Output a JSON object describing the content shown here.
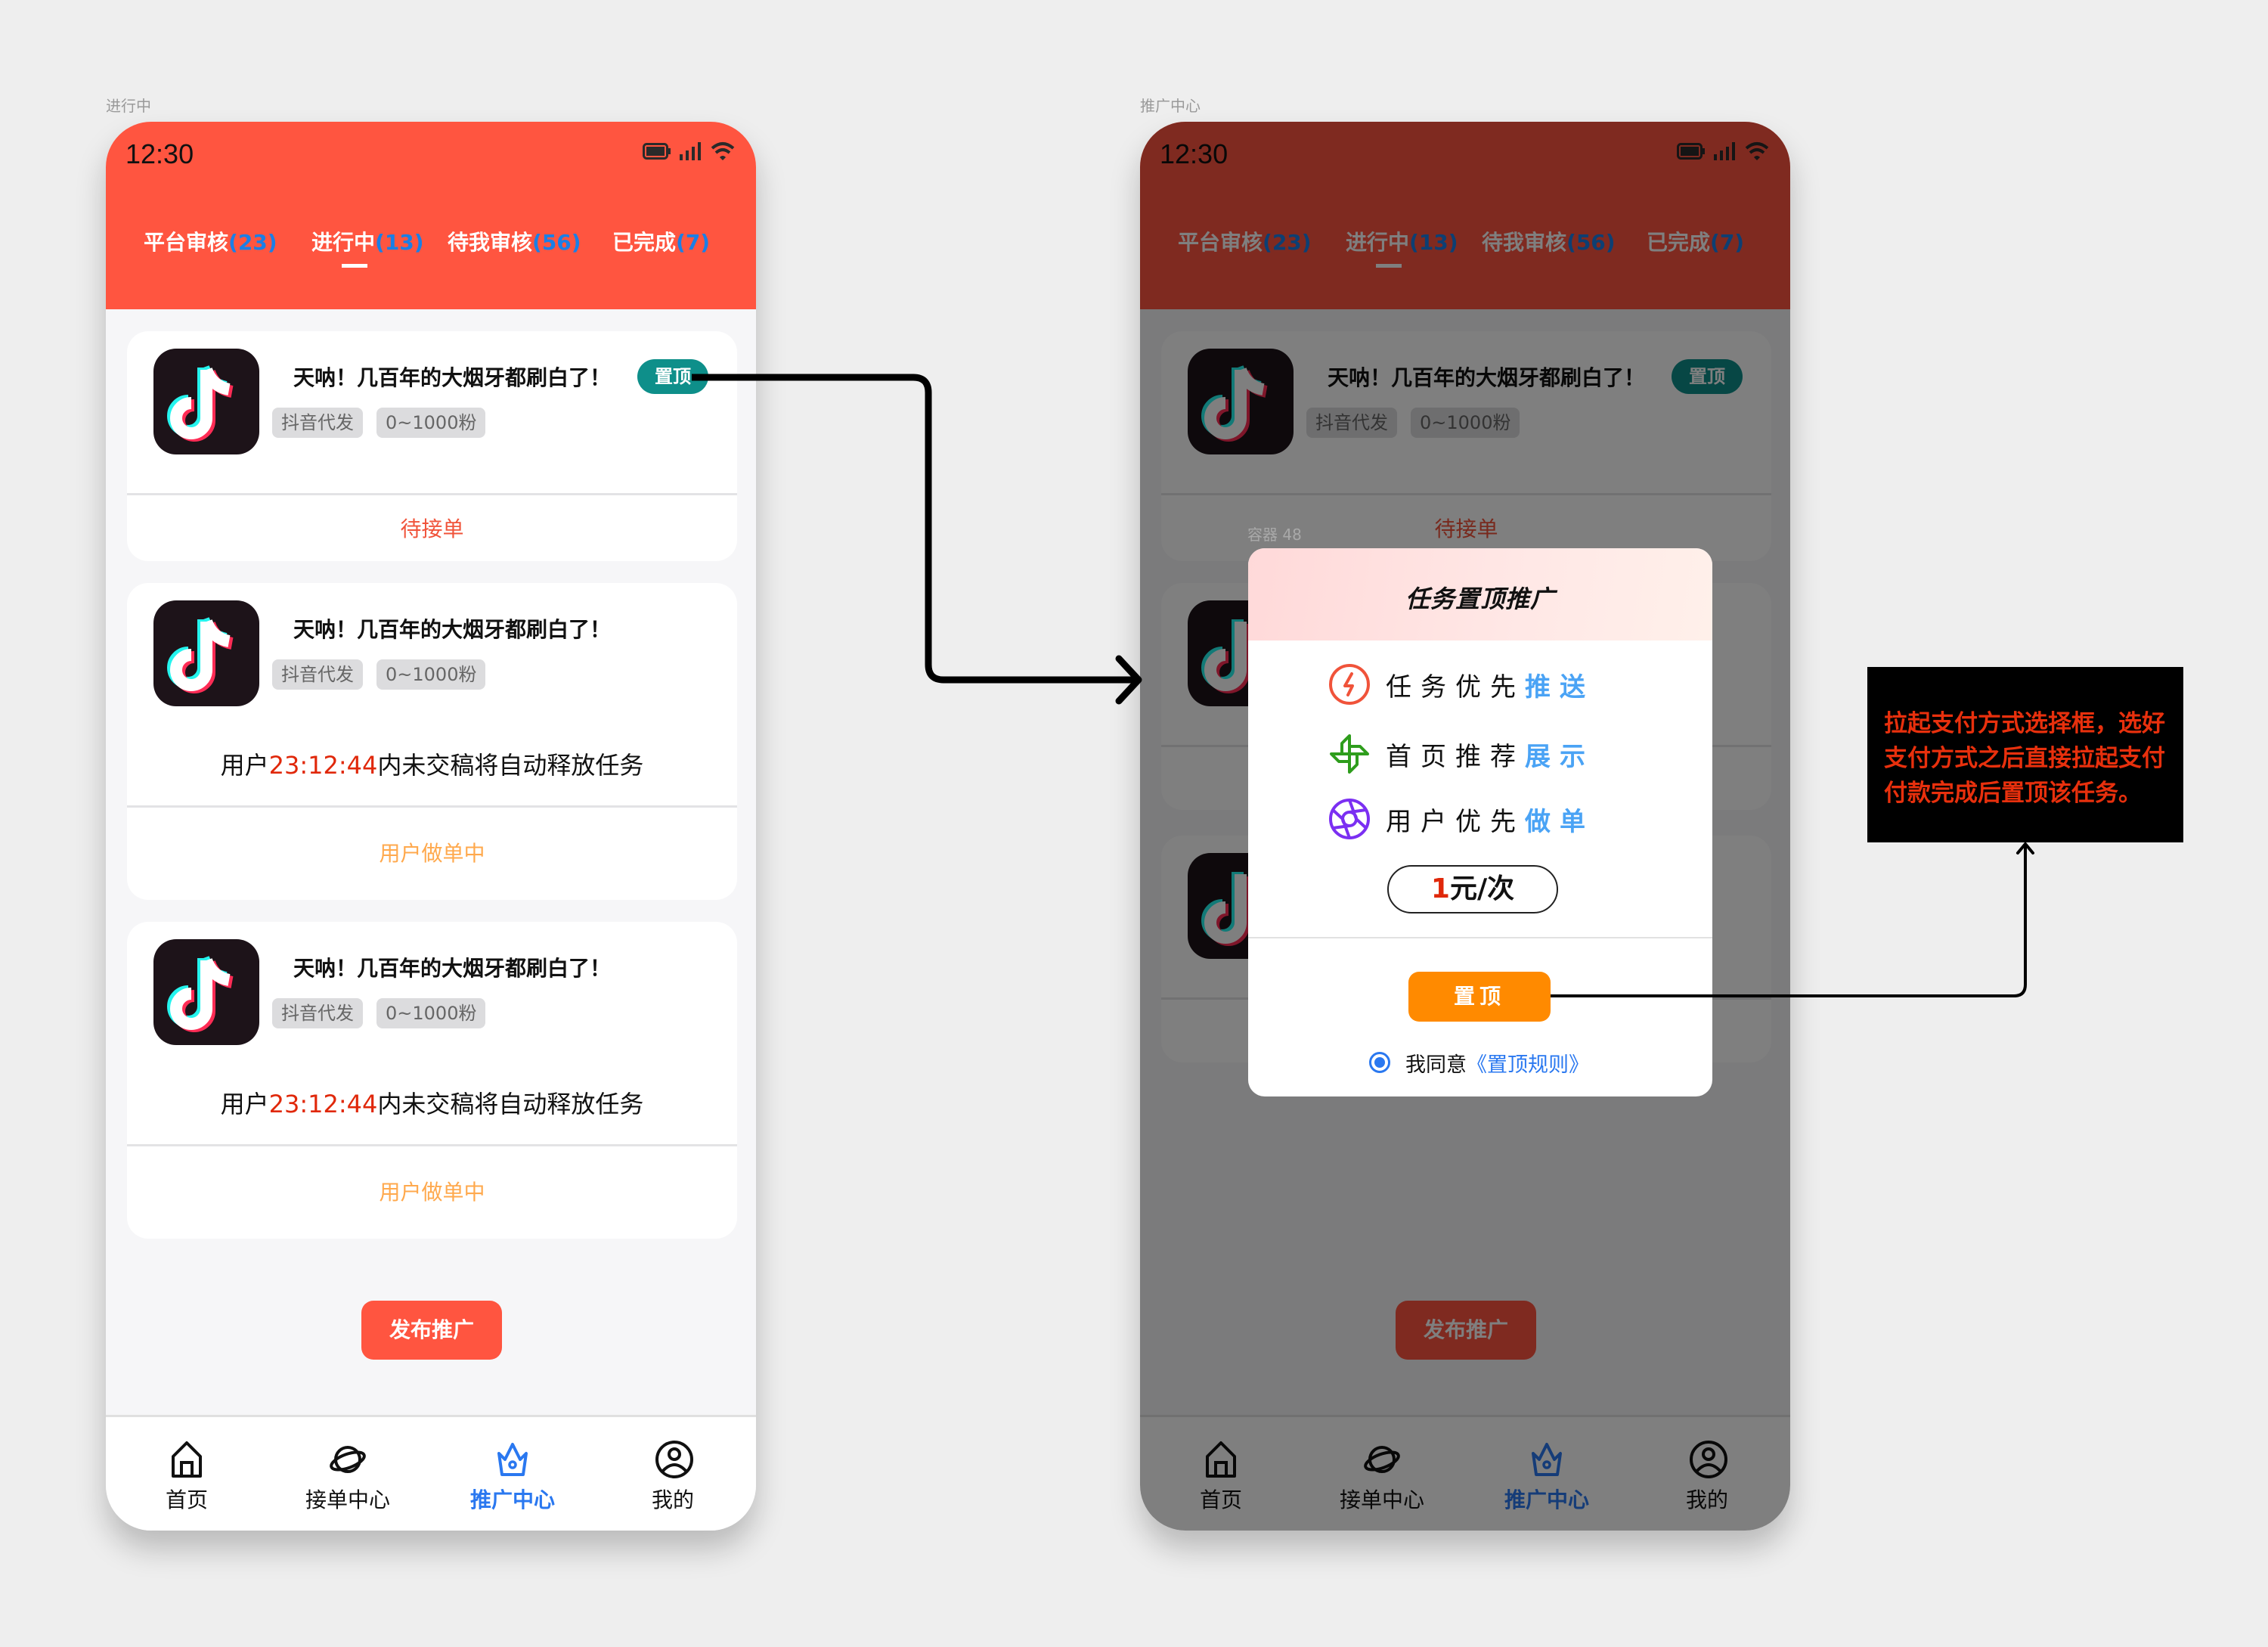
{
  "frames": {
    "left_label": "进行中",
    "right_label": "推广中心"
  },
  "status_bar": {
    "time": "12:30",
    "icons": [
      "battery-icon",
      "signal-icon",
      "wifi-icon"
    ]
  },
  "tabs": [
    {
      "label": "平台审核",
      "count": "(23)"
    },
    {
      "label": "进行中",
      "count": "(13)",
      "active": true
    },
    {
      "label": "待我审核",
      "count": "(56)"
    },
    {
      "label": "已完成",
      "count": "(7)"
    }
  ],
  "cards": [
    {
      "title": "天呐！几百年的大烟牙都刷白了！",
      "tags": [
        "抖音代发",
        "0~1000粉"
      ],
      "badge": "置顶",
      "status": "待接单",
      "status_color": "#f0533a"
    },
    {
      "title": "天呐！几百年的大烟牙都刷白了！",
      "tags": [
        "抖音代发",
        "0~1000粉"
      ],
      "timer_prefix": "用户",
      "timer": "23:12:44",
      "timer_suffix": "内未交稿将自动释放任务",
      "status": "用户做单中",
      "status_color": "#ffa94d"
    },
    {
      "title": "天呐！几百年的大烟牙都刷白了！",
      "tags": [
        "抖音代发",
        "0~1000粉"
      ],
      "timer_prefix": "用户",
      "timer": "23:12:44",
      "timer_suffix": "内未交稿将自动释放任务",
      "status": "用户做单中",
      "status_color": "#ffa94d"
    }
  ],
  "publish_button": "发布推广",
  "bottom_nav": [
    {
      "label": "首页",
      "icon": "home-icon"
    },
    {
      "label": "接单中心",
      "icon": "planet-icon"
    },
    {
      "label": "推广中心",
      "icon": "crown-icon",
      "active": true
    },
    {
      "label": "我的",
      "icon": "user-circle-icon"
    }
  ],
  "modal": {
    "title": "任务置顶推广",
    "features": [
      {
        "text": "任务优先",
        "highlight": "推送",
        "icon": "lightning-icon",
        "icon_color": "#f0533a"
      },
      {
        "text": "首页推荐",
        "highlight": "展示",
        "icon": "pinwheel-icon",
        "icon_color": "#2e9d1c"
      },
      {
        "text": "用户优先",
        "highlight": "做单",
        "icon": "aperture-icon",
        "icon_color": "#7b2ff2"
      }
    ],
    "price_number": "1",
    "price_unit": "元/次",
    "pin_button": "置顶",
    "agree_text": "我同意",
    "rule_link": "《置顶规则》"
  },
  "ghost_label": "容器 48",
  "annotation": {
    "text": "拉起支付方式选择框，选好支付方式之后直接拉起支付付款完成后置顶该任务。"
  },
  "colors": {
    "header_red": "#ff5540",
    "teal_badge": "#0e8f8a",
    "nav_active": "#2a78f0",
    "tab_count_blue": "#1a7fe6",
    "modal_button_orange": "#ff8a00",
    "annotation_red": "#e8300d"
  }
}
